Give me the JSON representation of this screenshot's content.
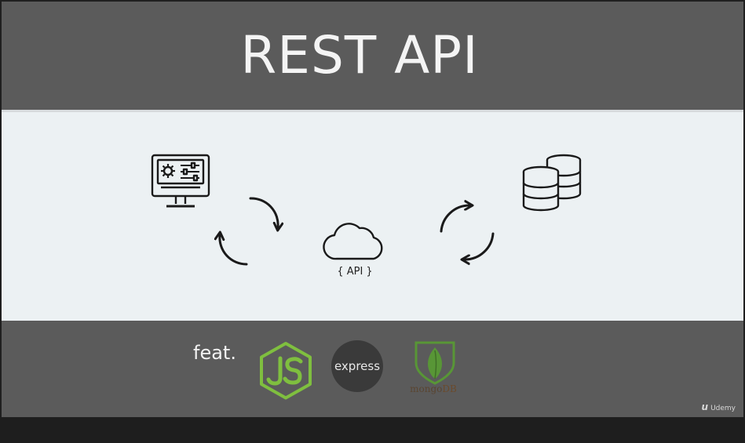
{
  "slide": {
    "title": "REST API",
    "api_label": "{ API }",
    "feat_label": "feat.",
    "express_label": "express",
    "mongodb_label": "mongoDB",
    "mongodb_label_parts": [
      "mongo",
      "DB"
    ],
    "watermark": "Udemy",
    "watermark_mark": "u"
  },
  "icons": {
    "client": "monitor-settings-icon",
    "cloud": "cloud-icon",
    "database": "database-icon",
    "sync_left": "sync-arrows-icon",
    "sync_right": "sync-arrows-icon",
    "nodejs": "nodejs-logo",
    "express": "express-logo",
    "mongodb": "mongodb-logo"
  },
  "colors": {
    "header_bg": "#5b5b5b",
    "diagram_bg": "#ecf1f3",
    "nodejs_green": "#7fbf3f",
    "mongodb_green": "#589636",
    "mongodb_brown": "#6b4a2b",
    "icon_stroke": "#1a1a1a"
  }
}
